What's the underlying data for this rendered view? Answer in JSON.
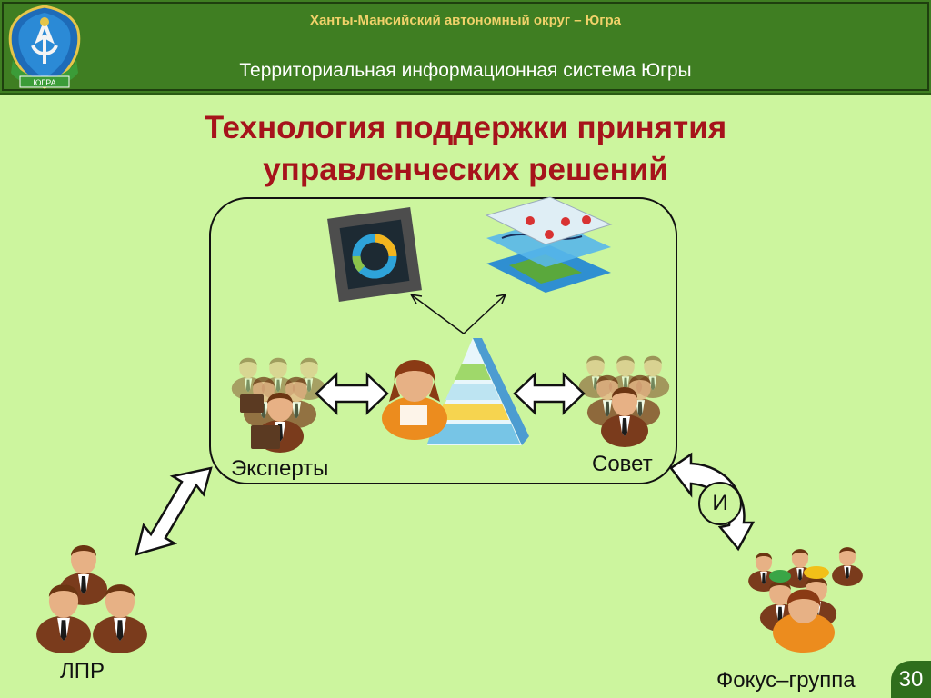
{
  "header": {
    "org": "Ханты-Мансийский автономный округ – Югра",
    "system": "Территориальная информационная система Югры",
    "emblem_text": "ЮГРА"
  },
  "slide": {
    "title_line1": "Технология поддержки принятия",
    "title_line2": "управленческих решений",
    "labels": {
      "experts": "Эксперты",
      "council": "Совет",
      "and": "И",
      "lpr": "ЛПР",
      "focus_group": "Фокус–группа"
    },
    "page_number": "30"
  },
  "colors": {
    "background": "#ccf59e",
    "header": "#3f7e22",
    "title": "#a6131b",
    "org_text": "#f1d26a"
  }
}
